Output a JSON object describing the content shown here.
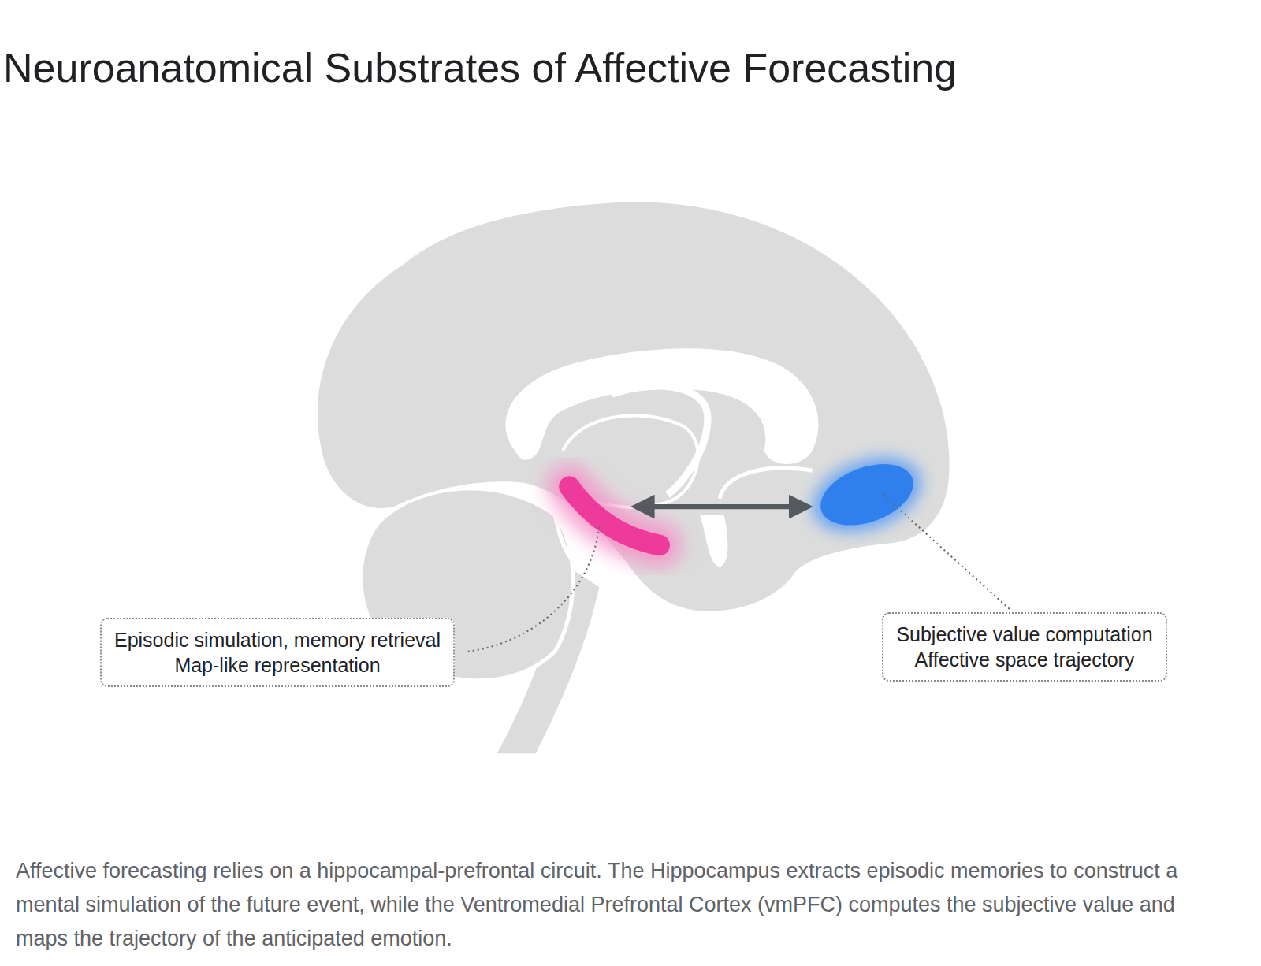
{
  "diagram": {
    "title": "Neuroanatomical Substrates of Affective Forecasting",
    "caption": "Affective forecasting relies on a hippocampal-prefrontal circuit. The Hippocampus extracts episodic memories to construct a mental simulation of the future event, while the Ventromedial Prefrontal Cortex (vmPFC) computes the subjective value and maps the trajectory of the anticipated emotion.",
    "nodes": [
      {
        "text": [
          "Episodic simulation, memory retrieval",
          "Map-like representation"
        ]
      },
      {
        "text": [
          "Subjective value computation",
          "Affective space trajectory"
        ]
      }
    ]
  }
}
